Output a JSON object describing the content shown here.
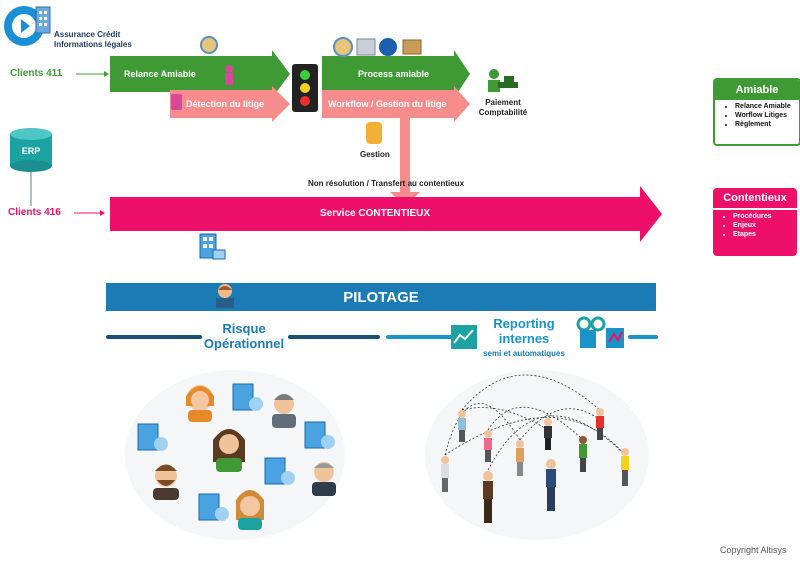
{
  "header": {
    "title_line1": "Assurance Crédit",
    "title_line2": "Informations légales"
  },
  "flow": {
    "clients_411": "Clients 411",
    "clients_416": "Clients 416",
    "erp": "ERP",
    "relance_amiable": "Relance Amiable",
    "detection_litige": "Détection du litige",
    "process_amiable": "Process amiable",
    "workflow_litige": "Workflow / Gestion du litige",
    "paiement": "Paiement",
    "comptabilite": "Comptabilité",
    "gestion": "Gestion",
    "non_resolution": "Non résolution / Transfert au contentieux",
    "service_contentieux": "Service CONTENTIEUX"
  },
  "cards": {
    "amiable": {
      "title": "Amiable",
      "items": [
        "Relance Amiable",
        "Worflow Litiges",
        "Règlement"
      ]
    },
    "contentieux": {
      "title": "Contentieux",
      "items": [
        "Procédures",
        "Enjeux",
        "Etapes"
      ]
    }
  },
  "pilotage": {
    "title": "PILOTAGE",
    "risque_line1": "Risque",
    "risque_line2": "Opérationnel",
    "reporting_line1": "Reporting",
    "reporting_line2": "internes",
    "reporting_sub": "semi et automatiques"
  },
  "footer": {
    "copyright": "Copyright Altisys"
  },
  "colors": {
    "green": "#3f9a35",
    "pink": "#f78c8c",
    "magenta": "#ee0f6a",
    "blue": "#1a7bb5",
    "teal": "#24a4a4"
  }
}
